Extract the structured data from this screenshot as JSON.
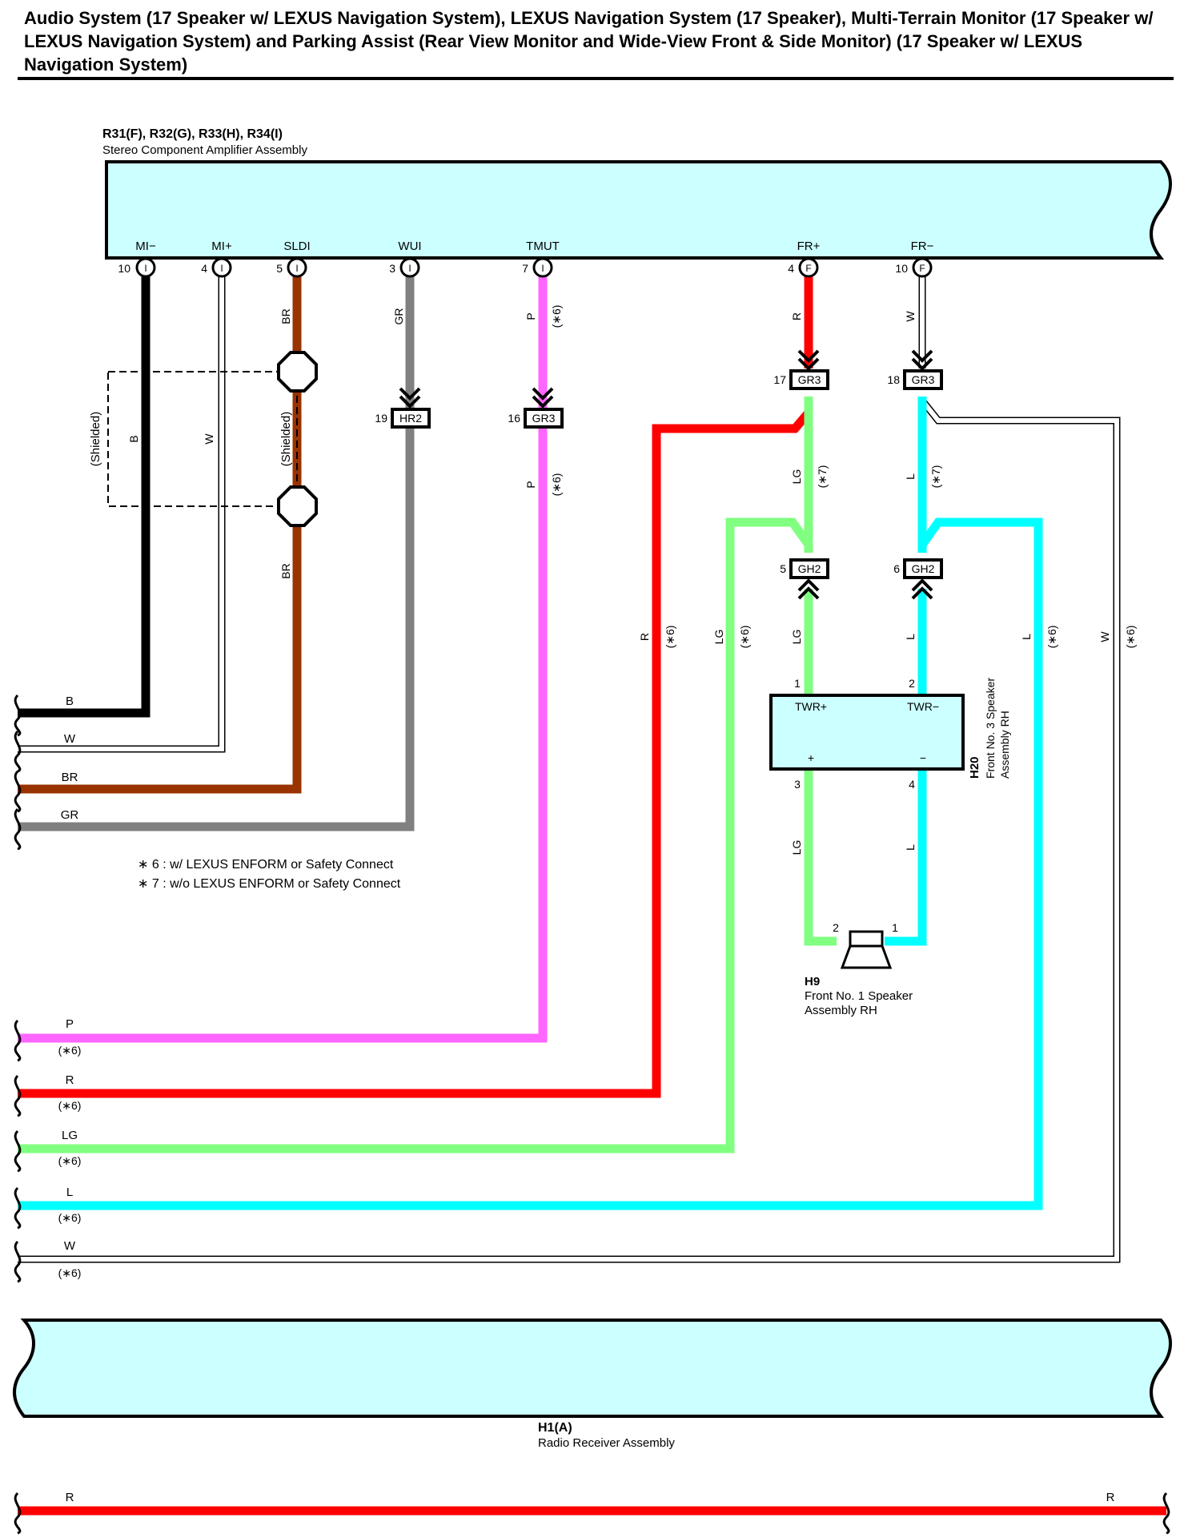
{
  "title": "Audio System (17 Speaker w/ LEXUS Navigation System), LEXUS Navigation System (17 Speaker), Multi-Terrain Monitor (17 Speaker w/ LEXUS Navigation System) and Parking Assist (Rear View Monitor and Wide-View Front & Side Monitor) (17 Speaker w/ LEXUS Navigation System)",
  "amplifier": {
    "code": "R31(F), R32(G), R33(H), R34(I)",
    "name": "Stereo Component Amplifier Assembly",
    "pins": [
      {
        "name": "MI−",
        "num": "10",
        "conn": "I"
      },
      {
        "name": "MI+",
        "num": "4",
        "conn": "I"
      },
      {
        "name": "SLDI",
        "num": "5",
        "conn": "I"
      },
      {
        "name": "WUI",
        "num": "3",
        "conn": "I"
      },
      {
        "name": "TMUT",
        "num": "7",
        "conn": "I"
      },
      {
        "name": "FR+",
        "num": "4",
        "conn": "F"
      },
      {
        "name": "FR−",
        "num": "10",
        "conn": "F"
      }
    ]
  },
  "receiver": {
    "code": "H1(A)",
    "name": "Radio Receiver Assembly"
  },
  "tweeter": {
    "code": "H20",
    "name": "Front No. 3 Speaker Assembly RH",
    "pin_plus_label": "TWR+",
    "pin_minus_label": "TWR−",
    "sign_plus": "+",
    "sign_minus": "−",
    "pin_in_plus": "1",
    "pin_in_minus": "2",
    "pin_out_plus": "3",
    "pin_out_minus": "4"
  },
  "speaker": {
    "code": "H9",
    "name_line1": "Front No. 1 Speaker",
    "name_line2": "Assembly RH",
    "pin_a": "2",
    "pin_b": "1"
  },
  "connectors": {
    "hr2": {
      "num": "19",
      "label": "HR2"
    },
    "gr3_tmut": {
      "num": "16",
      "label": "GR3"
    },
    "gr3_fr_plus": {
      "num": "17",
      "label": "GR3"
    },
    "gr3_fr_minus": {
      "num": "18",
      "label": "GR3"
    },
    "gh2_plus": {
      "num": "5",
      "label": "GH2"
    },
    "gh2_minus": {
      "num": "6",
      "label": "GH2"
    }
  },
  "wire_labels": {
    "br": "BR",
    "gr": "GR",
    "p": "P",
    "r": "R",
    "w": "W",
    "b": "B",
    "lg": "LG",
    "l": "L",
    "shielded": "(Shielded)",
    "note6": "(∗6)",
    "note7": "(∗7)"
  },
  "notes": {
    "n6": "∗ 6 : w/ LEXUS ENFORM or Safety Connect",
    "n7": "∗ 7 : w/o LEXUS ENFORM or Safety Connect"
  },
  "left_exits": [
    {
      "label": "B",
      "note": ""
    },
    {
      "label": "W",
      "note": ""
    },
    {
      "label": "BR",
      "note": ""
    },
    {
      "label": "GR",
      "note": ""
    },
    {
      "label": "P",
      "note": "(∗6)"
    },
    {
      "label": "R",
      "note": "(∗6)"
    },
    {
      "label": "LG",
      "note": "(∗6)"
    },
    {
      "label": "L",
      "note": "(∗6)"
    },
    {
      "label": "W",
      "note": "(∗6)"
    }
  ],
  "bottom_wire": {
    "left": "R",
    "right": "R"
  },
  "colors": {
    "component_fill": "#ccffff",
    "black": "#000000",
    "brown": "#993300",
    "gray": "#808080",
    "pink": "#ff66ff",
    "red": "#ff0000",
    "light_green": "#80ff80",
    "cyan": "#00ffff"
  }
}
